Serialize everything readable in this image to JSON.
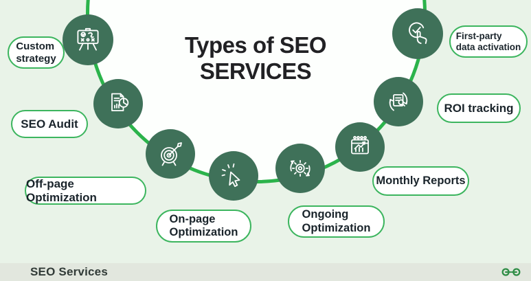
{
  "title": {
    "line1": "Types of SEO",
    "line2": "SERVICES"
  },
  "pills": {
    "custom_strategy": {
      "lines": [
        "Custom",
        "strategy"
      ]
    },
    "seo_audit": {
      "lines": [
        "SEO Audit"
      ]
    },
    "off_page": {
      "lines": [
        "Off-page Optimization"
      ]
    },
    "on_page": {
      "lines": [
        "On-page",
        "Optimization"
      ]
    },
    "ongoing": {
      "lines": [
        "Ongoing",
        "Optimization"
      ]
    },
    "monthly_reports": {
      "lines": [
        "Monthly Reports"
      ]
    },
    "roi_tracking": {
      "lines": [
        "ROI tracking"
      ]
    },
    "first_party": {
      "lines": [
        "First-party",
        "data activation"
      ]
    }
  },
  "icons": {
    "custom_strategy": "strategy-board-icon",
    "seo_audit": "audit-report-icon",
    "off_page": "target-arrow-icon",
    "on_page": "cursor-click-icon",
    "ongoing": "gear-sync-icon",
    "monthly_reports": "calendar-chart-icon",
    "roi_tracking": "doc-search-sync-icon",
    "first_party": "check-hand-icon"
  },
  "footer": {
    "label": "SEO Services",
    "logo": "geeksforgeeks-logo"
  },
  "colors": {
    "background": "#e9f3e8",
    "circle_fill": "#fdfffd",
    "arc_green": "#2bb34b",
    "node_green": "#3f7159",
    "pill_border": "#3cb55e",
    "text_dark": "#1a242b",
    "title_dark": "#212124",
    "footer_bg": "#e2e7de",
    "logo_green": "#2f8d46"
  }
}
